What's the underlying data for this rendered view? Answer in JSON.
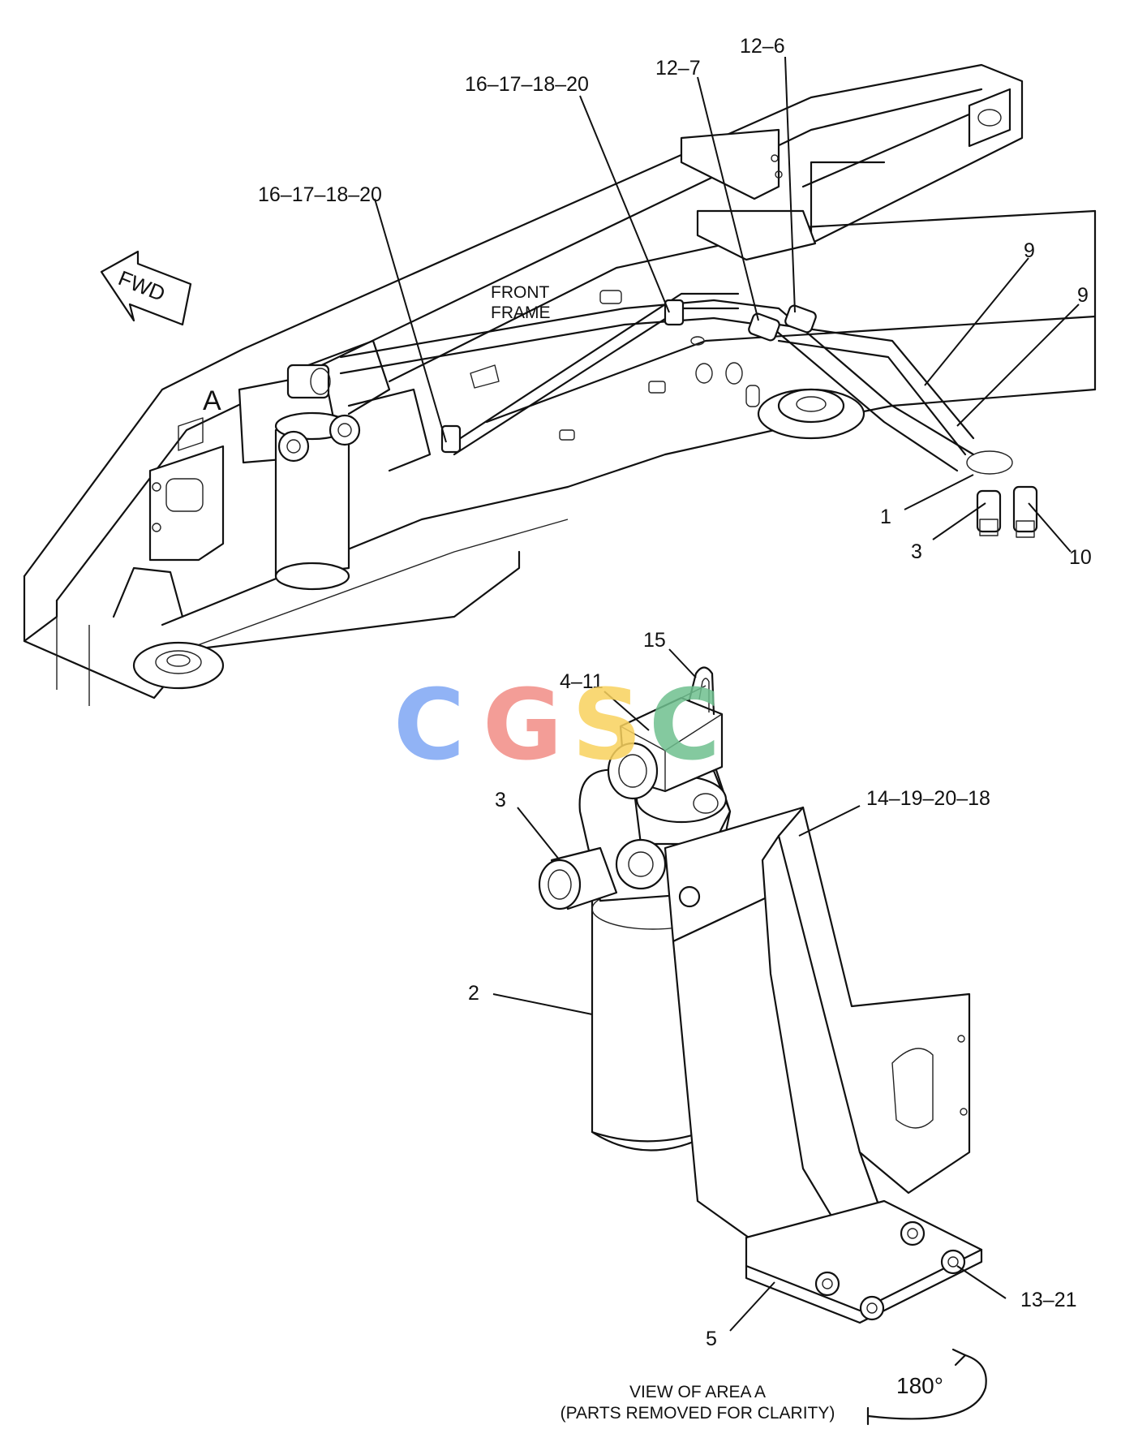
{
  "watermark": {
    "letters": [
      "C",
      "G",
      "S",
      "C"
    ],
    "colors": [
      "#7ea6f4",
      "#f28c86",
      "#f9d25e",
      "#6fc08f"
    ]
  },
  "orientation": {
    "fwd_arrow_text": "FWD",
    "area_marker": "A",
    "frame_label_line1": "FRONT",
    "frame_label_line2": "FRAME"
  },
  "callouts": {
    "c_16_17_18_20_left": "16–17–18–20",
    "c_16_17_18_20_top": "16–17–18–20",
    "c_12_7": "12–7",
    "c_12_6": "12–6",
    "c_9_a": "9",
    "c_9_b": "9",
    "c_1": "1",
    "c_3_top": "3",
    "c_10": "10",
    "c_15": "15",
    "c_4_11": "4–11",
    "c_3_detail": "3",
    "c_14_19_20_18": "14–19–20–18",
    "c_2": "2",
    "c_5": "5",
    "c_13_21": "13–21"
  },
  "view_caption": {
    "line1": "VIEW OF AREA  A",
    "line2": "(PARTS REMOVED FOR CLARITY)",
    "rotation": "180°"
  }
}
